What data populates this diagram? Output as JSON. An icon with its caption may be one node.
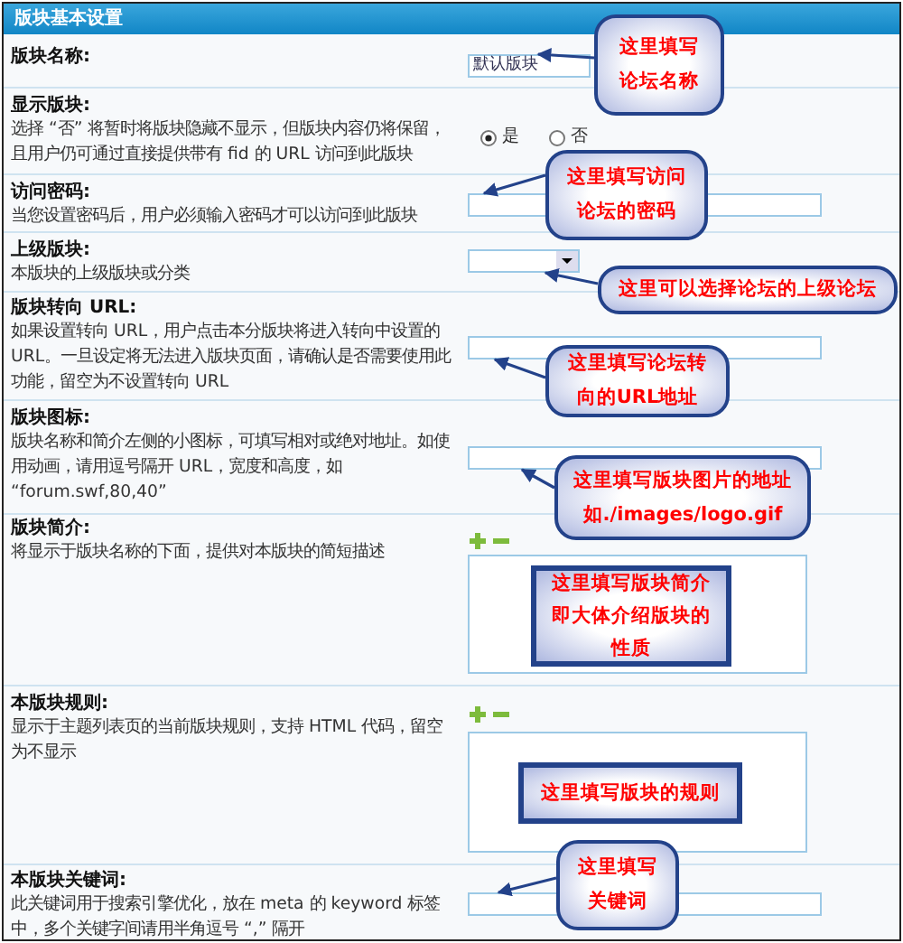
{
  "diagram": {
    "title": "版块基本设置",
    "nodes": [
      {
        "text": [
          "默认版块"
        ]
      },
      {
        "text": [
          "这里填写论坛名称"
        ]
      },
      {
        "text": [],
        "shape": "box"
      },
      {
        "text": [
          "这里填写访问论坛的密码"
        ]
      },
      {
        "text": [],
        "shape": "box"
      },
      {
        "text": [
          "这里可以选择论坛的上级论坛"
        ]
      },
      {
        "text": [],
        "shape": "box"
      },
      {
        "text": [
          "这里填写论坛转向的URL地址"
        ]
      },
      {
        "text": [],
        "shape": "box"
      },
      {
        "text": [
          "这里填写版块图片的地址如./images/logo.gif"
        ]
      },
      {
        "text": [],
        "shape": "box"
      },
      {
        "text": [
          "这里填写版块简介即大体介绍版块的性质"
        ],
        "in": 10
      },
      {
        "text": [],
        "shape": "box"
      },
      {
        "text": [
          "这里填写版块的规则"
        ],
        "in": 12
      },
      {
        "text": [],
        "shape": "box"
      },
      {
        "text": [
          "这里填写关键词"
        ]
      }
    ],
    "edges": [
      {
        "from": 1,
        "to": 0,
        "arrow": "to"
      },
      {
        "from": 3,
        "to": 2,
        "arrow": "to"
      },
      {
        "from": 5,
        "to": 4,
        "arrow": "to"
      },
      {
        "from": 7,
        "to": 6,
        "arrow": "to"
      },
      {
        "from": 9,
        "to": 8,
        "arrow": "to"
      },
      {
        "from": 15,
        "to": 14,
        "arrow": "to"
      }
    ],
    "labels": [
      "版块名称:",
      "显示版块:",
      "选择 “否” 将暂时将版块隐藏不显示，但版块内容仍将保留，且用户仍可通过直接提供带有 fid 的 URL 访问到此版块",
      "是",
      "否",
      "访问密码:",
      "当您设置密码后，用户必须输入密码才可以访问到此版块",
      "上级版块:",
      "本版块的上级版块或分类",
      "版块转向 URL:",
      "如果设置转向 URL，用户点击本分版块将进入转向中设置的 URL。一旦设定将无法进入版块页面，请确认是否需要使用此功能，留空为不设置转向 URL",
      "版块图标:",
      "版块名称和简介左侧的小图标，可填写相对或绝对地址。如使用动画，请用逗号隔开 URL，宽度和高度，如 “forum.swf,80,40”",
      "版块简介:",
      "将显示于版块名称的下面，提供对本版块的简短描述",
      "本版块规则:",
      "显示于主题列表页的当前版块规则，支持 HTML 代码，留空为不显示",
      "本版块关键词:",
      "此关键词用于搜索引擎优化，放在 meta 的 keyword 标签中，多个关键字间请用半角逗号 “,” 隔开"
    ]
  }
}
